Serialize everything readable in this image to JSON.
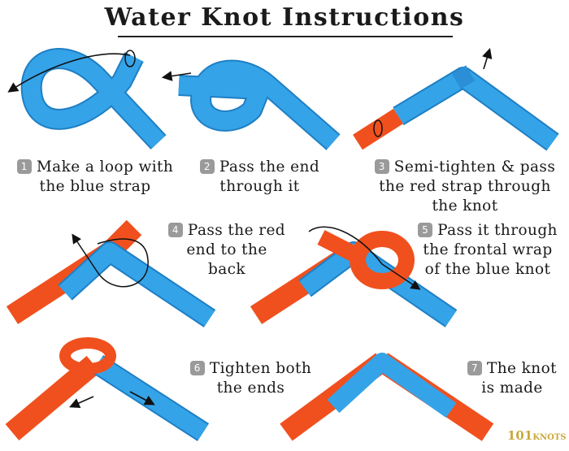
{
  "title": "Water Knot Instructions",
  "steps": [
    {
      "num": "1",
      "lines": [
        "Make a loop with",
        "the blue strap"
      ]
    },
    {
      "num": "2",
      "lines": [
        "Pass the end",
        "through it"
      ]
    },
    {
      "num": "3",
      "lines": [
        "Semi-tighten & pass",
        "the red strap through",
        "the knot"
      ]
    },
    {
      "num": "4",
      "lines": [
        "Pass the red",
        "end to the",
        "back"
      ]
    },
    {
      "num": "5",
      "lines": [
        "Pass it through",
        "the frontal wrap",
        "of the blue knot"
      ]
    },
    {
      "num": "6",
      "lines": [
        "Tighten both",
        "the ends"
      ]
    },
    {
      "num": "7",
      "lines": [
        "The knot",
        "is made"
      ]
    }
  ],
  "logo": {
    "prefix": "101",
    "name": "KNOTS"
  },
  "colors": {
    "blue_strap": "#2f9ae0",
    "red_strap": "#f0501e",
    "accent_text": "#1a1a1a"
  }
}
